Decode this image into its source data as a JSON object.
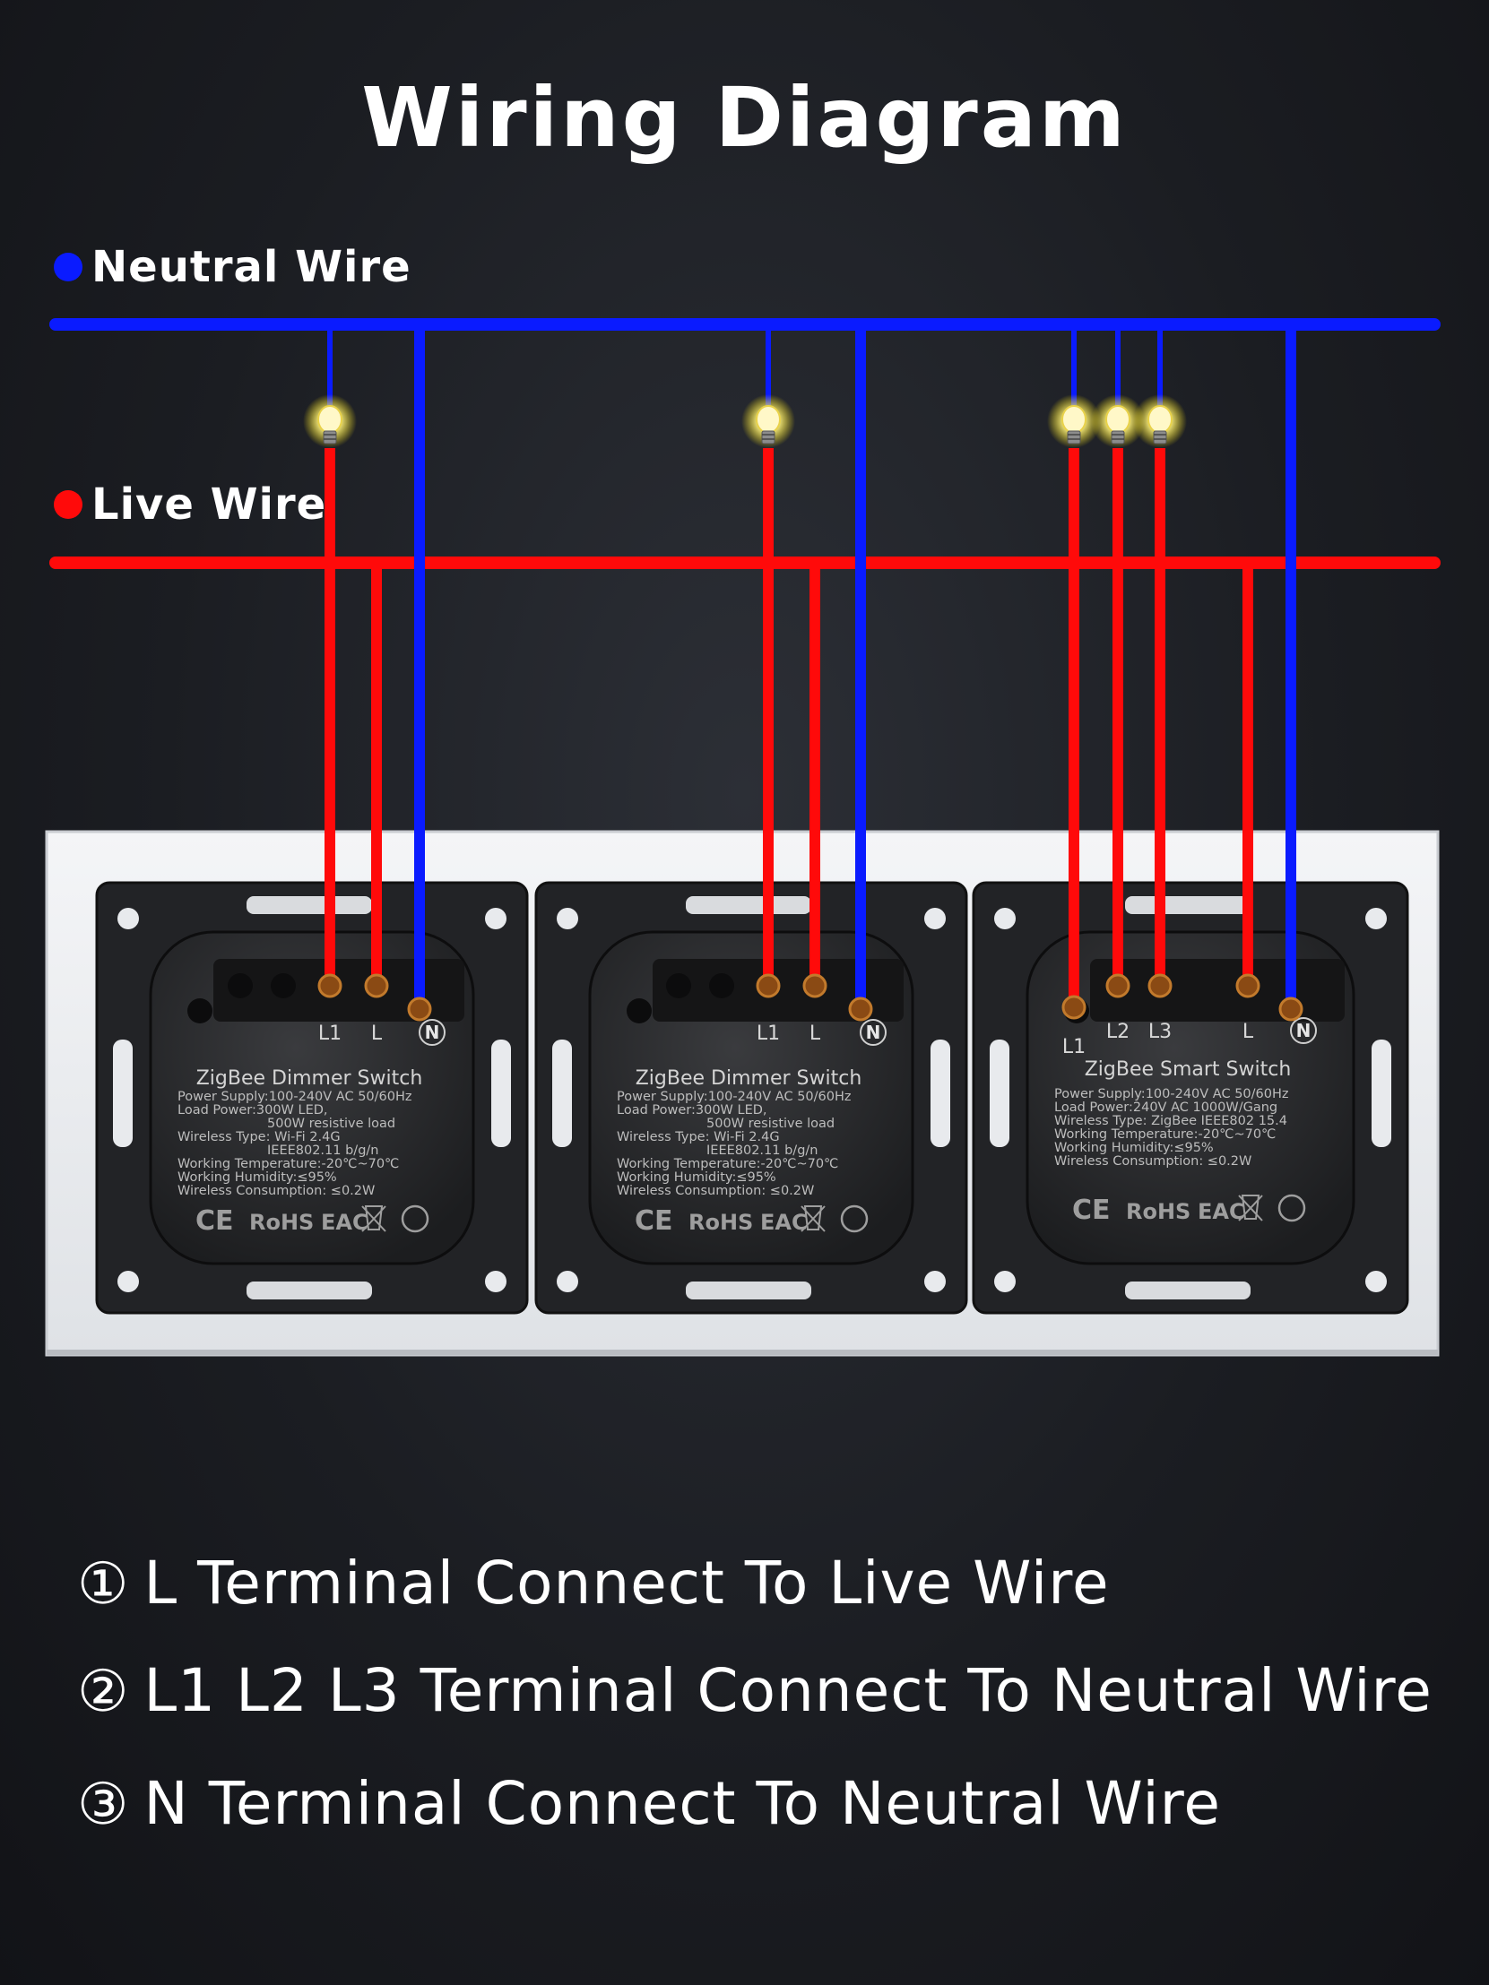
{
  "title": "Wiring Diagram",
  "legend": {
    "neutral": {
      "label": "Neutral Wire",
      "color": "#0a1bff"
    },
    "live": {
      "label": "Live Wire",
      "color": "#ff0a0a"
    }
  },
  "modules": [
    {
      "name": "ZigBee Dimmer Switch",
      "terminals": [
        "L1",
        "L",
        "N"
      ],
      "specs": [
        "Power Supply:100-240V AC 50/60Hz",
        "Load Power:300W LED,",
        "500W resistive load",
        "Wireless Type: Wi-Fi 2.4G",
        "IEEE802.11 b/g/n",
        "Working Temperature:-20℃~70℃",
        "Working Humidity:≤95%",
        "Wireless Consumption: ≤0.2W"
      ],
      "marks": [
        "CE",
        "RoHS",
        "EAC"
      ]
    },
    {
      "name": "ZigBee Dimmer Switch",
      "terminals": [
        "L1",
        "L",
        "N"
      ],
      "specs": [
        "Power Supply:100-240V AC 50/60Hz",
        "Load Power:300W LED,",
        "500W resistive load",
        "Wireless Type: Wi-Fi 2.4G",
        "IEEE802.11 b/g/n",
        "Working Temperature:-20℃~70℃",
        "Working Humidity:≤95%",
        "Wireless Consumption: ≤0.2W"
      ],
      "marks": [
        "CE",
        "RoHS",
        "EAC"
      ]
    },
    {
      "name": "ZigBee Smart Switch",
      "terminals": [
        "L1",
        "L2",
        "L3",
        "L",
        "N"
      ],
      "specs": [
        "Power Supply:100-240V AC 50/60Hz",
        "Load Power:240V AC 1000W/Gang",
        "Wireless Type: ZigBee IEEE802  15.4",
        "Working Temperature:-20℃~70℃",
        "Working Humidity:≤95%",
        "Wireless Consumption: ≤0.2W"
      ],
      "marks": [
        "CE",
        "RoHS",
        "EAC"
      ]
    }
  ],
  "instructions": [
    {
      "num": "①",
      "text": "L Terminal Connect To Live Wire"
    },
    {
      "num": "②",
      "text": "L1 L2 L3 Terminal Connect To Neutral Wire"
    },
    {
      "num": "③",
      "text": "N Terminal Connect To Neutral Wire"
    }
  ]
}
